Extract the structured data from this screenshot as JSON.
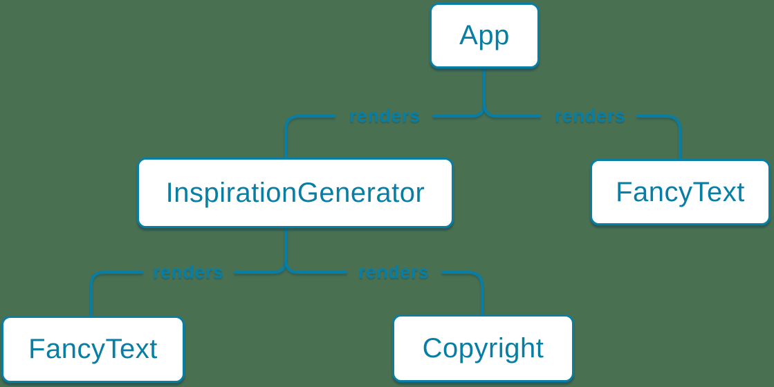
{
  "colors": {
    "accent": "#087ea4",
    "background": "#497051",
    "node_fill": "#ffffff"
  },
  "diagram": {
    "type": "component-render-tree",
    "nodes": [
      {
        "id": "app",
        "label": "App"
      },
      {
        "id": "inspiration-generator",
        "label": "InspirationGenerator"
      },
      {
        "id": "fancy-text-top",
        "label": "FancyText"
      },
      {
        "id": "fancy-text-bottom",
        "label": "FancyText"
      },
      {
        "id": "copyright",
        "label": "Copyright"
      }
    ],
    "edges": [
      {
        "from": "App",
        "to": "InspirationGenerator",
        "label": "renders"
      },
      {
        "from": "App",
        "to": "FancyText",
        "label": "renders"
      },
      {
        "from": "InspirationGenerator",
        "to": "FancyText",
        "label": "renders"
      },
      {
        "from": "InspirationGenerator",
        "to": "Copyright",
        "label": "renders"
      }
    ]
  }
}
